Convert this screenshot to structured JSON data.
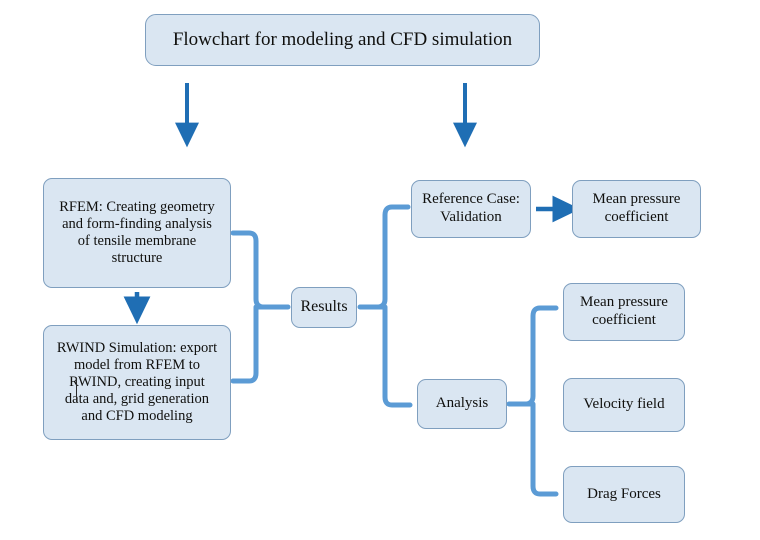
{
  "diagram": {
    "title_box": {
      "label": "Flowchart for modeling and CFD simulation"
    },
    "left_branch": {
      "step1": {
        "label": "RFEM: Creating geometry\nand form-finding analysis\nof tensile membrane\nstructure"
      },
      "step2": {
        "label": "RWIND Simulation: export\nmodel from RFEM to\nRWIND, creating input\ndata and, grid generation\nand CFD modeling"
      }
    },
    "results": {
      "label": "Results"
    },
    "right_branch": {
      "reference_case": {
        "label": "Reference Case:\nValidation"
      },
      "reference_output": {
        "label": "Mean pressure\ncoefficient"
      },
      "analysis": {
        "label": "Analysis"
      },
      "analysis_outputs": [
        {
          "label": "Mean pressure\ncoefficient"
        },
        {
          "label": "Velocity field"
        },
        {
          "label": "Drag Forces"
        }
      ]
    },
    "colors": {
      "node_fill": "#dae6f2",
      "node_border": "#7f9fbf",
      "arrow_blue": "#1f6eb4",
      "bracket_blue": "#5b9bd5",
      "text": "#10100e",
      "background": "#ffffff"
    },
    "connectors": [
      {
        "name": "title-to-rfem-arrow",
        "type": "arrow",
        "direction": "down"
      },
      {
        "name": "title-to-reference-arrow",
        "type": "arrow",
        "direction": "down"
      },
      {
        "name": "rfem-to-rwind-arrow",
        "type": "arrow",
        "direction": "down"
      },
      {
        "name": "reference-to-output-arrow",
        "type": "arrow",
        "direction": "right"
      },
      {
        "name": "left-steps-to-results-brace",
        "type": "brace"
      },
      {
        "name": "results-to-right-brace",
        "type": "brace"
      },
      {
        "name": "analysis-to-outputs-brace",
        "type": "brace"
      }
    ]
  }
}
